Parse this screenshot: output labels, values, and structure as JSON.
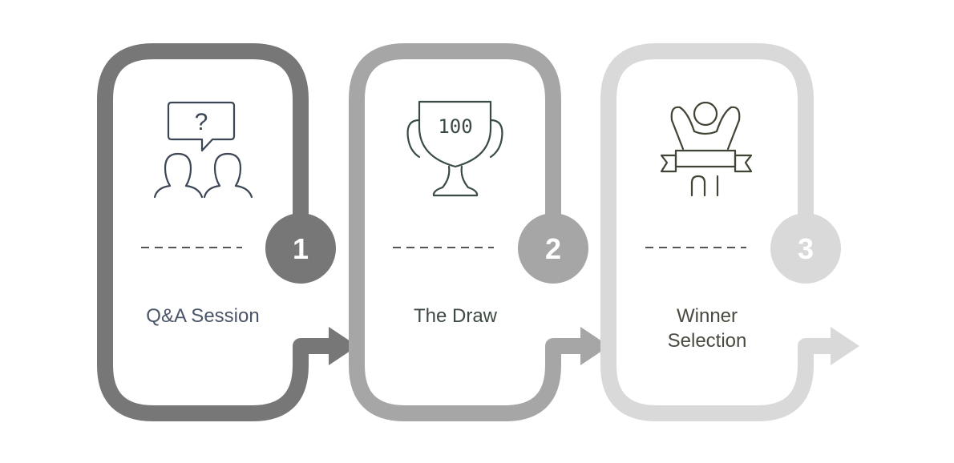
{
  "colors": {
    "step1": "#777777",
    "step2": "#a6a6a6",
    "step3": "#d9d9d9",
    "icon_step1": "#3d4656",
    "icon_step2": "#3a4a44",
    "icon_step3": "#3f4535",
    "label_step1": "#4a5568",
    "label_step2": "#3d4a42",
    "label_step3": "#4a4a40"
  },
  "steps": [
    {
      "number": "1",
      "label_lines": [
        "Q&A Session"
      ],
      "icon": "qa-session-icon",
      "icon_text": "?"
    },
    {
      "number": "2",
      "label_lines": [
        "The Draw"
      ],
      "icon": "trophy-icon",
      "icon_text": "100"
    },
    {
      "number": "3",
      "label_lines": [
        "Winner",
        "Selection"
      ],
      "icon": "winner-icon",
      "icon_text": ""
    }
  ]
}
